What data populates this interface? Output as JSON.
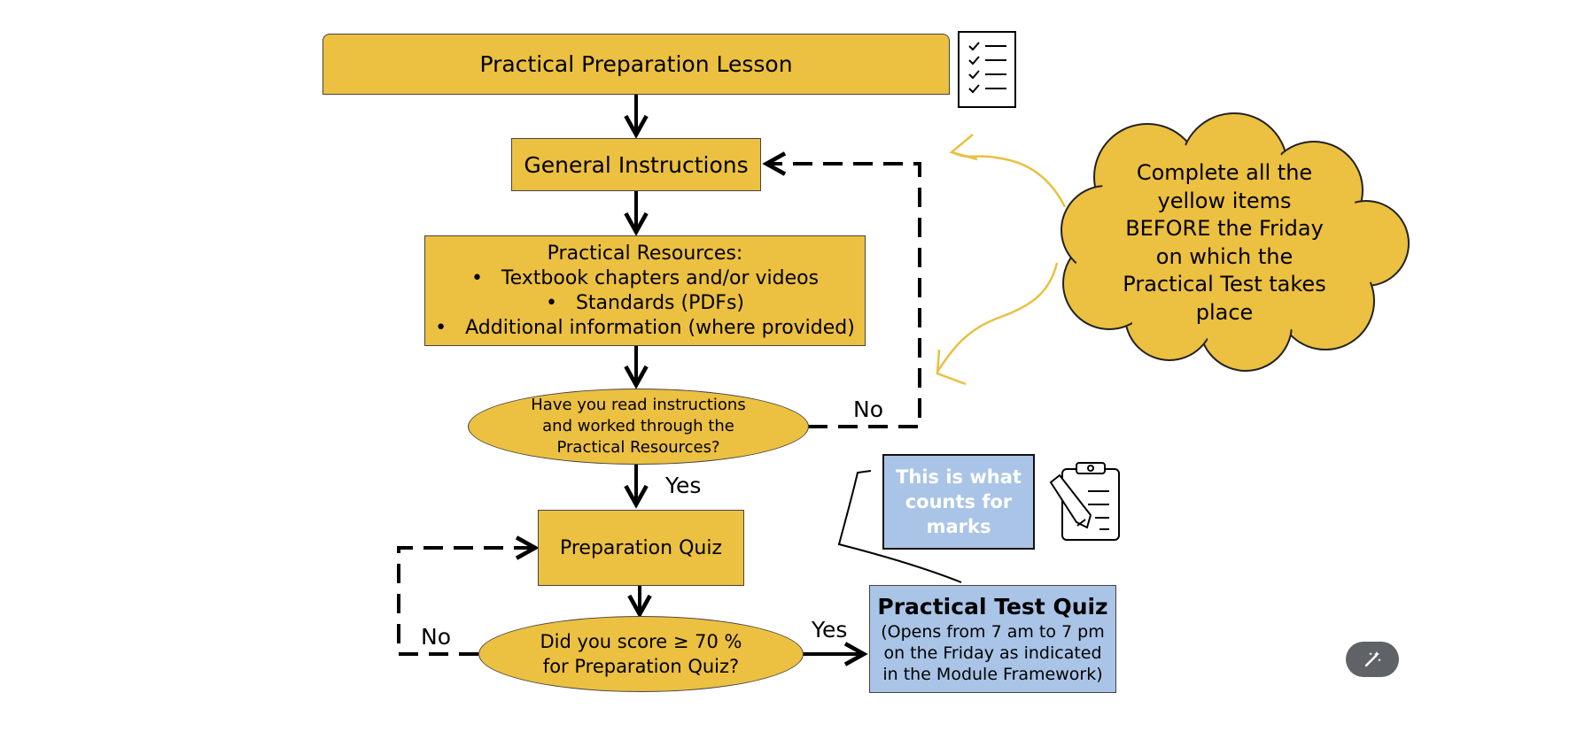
{
  "colors": {
    "yellow": "#ecc040",
    "blue": "#a9c4e6",
    "line": "#000000",
    "note_arrow": "#e8c040"
  },
  "nodes": {
    "lesson": "Practical Preparation Lesson",
    "general": "General Instructions",
    "resources": {
      "title": "Practical Resources:",
      "items": [
        "Textbook chapters and/or videos",
        "Standards (PDFs)",
        "Additional information (where provided)"
      ],
      "bullet": "•"
    },
    "read_check": [
      "Have you read instructions",
      "and worked through the",
      "Practical Resources?"
    ],
    "prep_quiz": "Preparation Quiz",
    "score_check": [
      "Did you score ≥ 70 %",
      "for Preparation Quiz?"
    ],
    "test_quiz": {
      "title": "Practical Test Quiz",
      "lines": [
        "(Opens from 7 am to 7 pm",
        "on the Friday as indicated",
        "in the Module Framework)"
      ]
    }
  },
  "edge_labels": {
    "read_no": "No",
    "read_yes": "Yes",
    "score_no": "No",
    "score_yes": "Yes"
  },
  "note_marks": [
    "This is what",
    "counts for",
    "marks"
  ],
  "cloud": [
    "Complete all the",
    "yellow items",
    "BEFORE the Friday",
    "on which the",
    "Practical Test takes",
    "place"
  ],
  "icons": {
    "checklist": "checklist-icon",
    "clipboard": "clipboard-pencil-icon",
    "magic": "magic-wand-icon"
  }
}
